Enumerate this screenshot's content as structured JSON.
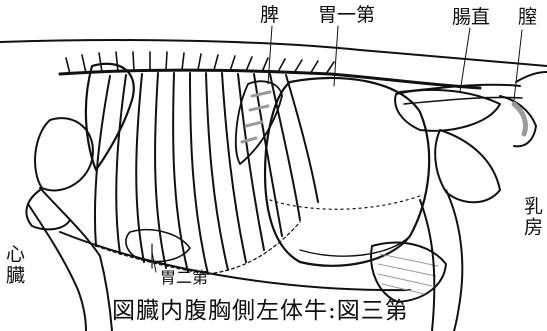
{
  "figure": {
    "caption": "図臓内腹胸側左体牛:図三第",
    "labels": {
      "spleen": "脾",
      "rumen": "胃一第",
      "rectum": "腸直",
      "vagina": "膣",
      "udder": "乳房",
      "heart": "心臓",
      "reticulum": "胃二第"
    },
    "colors": {
      "ink": "#111111",
      "paper": "#ffffff",
      "shading": "#9a9a9a"
    }
  }
}
